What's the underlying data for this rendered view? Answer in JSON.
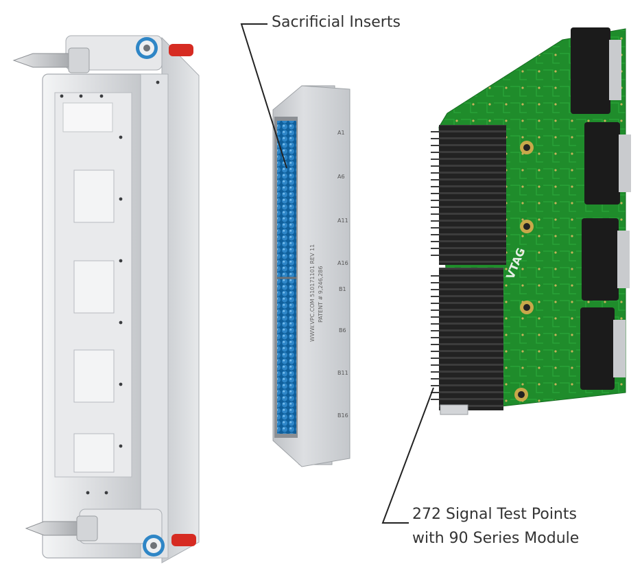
{
  "labels": {
    "sacrificial": "Sacrificial Inserts",
    "signal_line1": "272 Signal Test Points",
    "signal_line2": "with 90 Series Module"
  },
  "insert_markings": {
    "row_labels": [
      "A1",
      "A6",
      "A11",
      "A16",
      "B1",
      "B6",
      "B11",
      "B16"
    ],
    "part_text": "WWW.VPC.COM 510171101 REV 11",
    "patent_text": "PATENT # 9,246,286"
  },
  "board_markings": {
    "logo_text": "VTAG"
  },
  "colors": {
    "frame_silver": "#d8dadd",
    "pin_blue": "#2e86c8",
    "pcb_green": "#1e8a2a",
    "connector_black": "#1b1b1b",
    "plug_red": "#d62b22",
    "callout_text": "#333333"
  }
}
